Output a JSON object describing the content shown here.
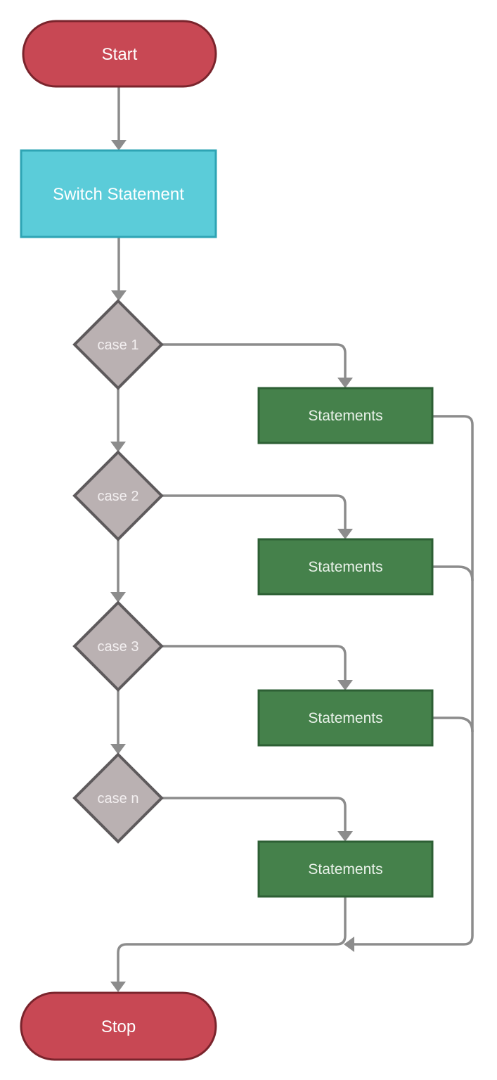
{
  "diagram_type": "flowchart",
  "background": "#ffffff",
  "connector_color": "#8c8c8c",
  "nodes": {
    "start": {
      "label": "Start",
      "shape": "terminator",
      "fill": "#c84854",
      "border": "#7a242c"
    },
    "switch": {
      "label": "Switch Statement",
      "shape": "process",
      "fill": "#5bccd9",
      "border": "#2ea4b4"
    },
    "case1": {
      "label": "case 1",
      "shape": "decision",
      "fill": "#bab1b2",
      "border": "#5e5a5c"
    },
    "case2": {
      "label": "case 2",
      "shape": "decision",
      "fill": "#bab1b2",
      "border": "#5e5a5c"
    },
    "case3": {
      "label": "case 3",
      "shape": "decision",
      "fill": "#bab1b2",
      "border": "#5e5a5c"
    },
    "casen": {
      "label": "case n",
      "shape": "decision",
      "fill": "#bab1b2",
      "border": "#5e5a5c"
    },
    "statements1": {
      "label": "Statements",
      "shape": "process",
      "fill": "#45814b",
      "border": "#2d5f34"
    },
    "statements2": {
      "label": "Statements",
      "shape": "process",
      "fill": "#45814b",
      "border": "#2d5f34"
    },
    "statements3": {
      "label": "Statements",
      "shape": "process",
      "fill": "#45814b",
      "border": "#2d5f34"
    },
    "statements4": {
      "label": "Statements",
      "shape": "process",
      "fill": "#45814b",
      "border": "#2d5f34"
    },
    "stop": {
      "label": "Stop",
      "shape": "terminator",
      "fill": "#c84854",
      "border": "#7a242c"
    }
  },
  "edges": [
    {
      "from": "start",
      "to": "switch"
    },
    {
      "from": "switch",
      "to": "case1"
    },
    {
      "from": "case1",
      "to": "statements1"
    },
    {
      "from": "case1",
      "to": "case2"
    },
    {
      "from": "case2",
      "to": "statements2"
    },
    {
      "from": "case2",
      "to": "case3"
    },
    {
      "from": "case3",
      "to": "statements3"
    },
    {
      "from": "case3",
      "to": "casen"
    },
    {
      "from": "casen",
      "to": "statements4"
    },
    {
      "from": "statements1",
      "to": "stop"
    },
    {
      "from": "statements2",
      "to": "stop"
    },
    {
      "from": "statements3",
      "to": "stop"
    },
    {
      "from": "statements4",
      "to": "stop"
    }
  ]
}
